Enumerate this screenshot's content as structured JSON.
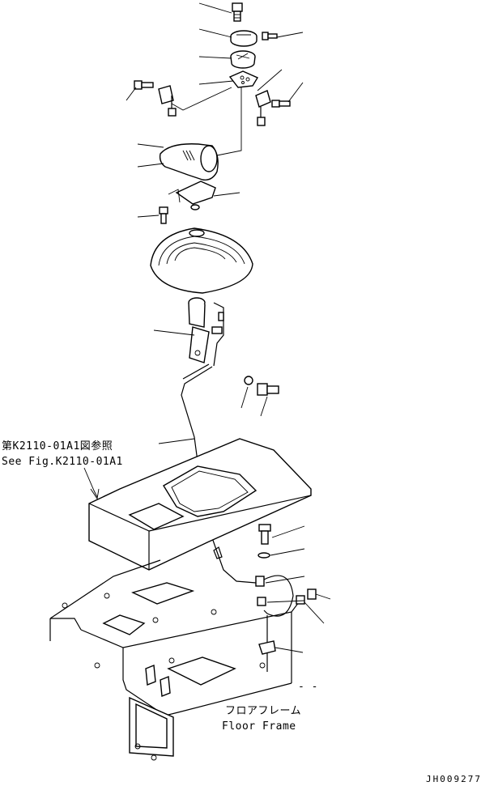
{
  "annotations": {
    "ref_jp": "第K2110-01A1図参照",
    "ref_en": "See Fig.K2110-01A1",
    "floor_jp": "フロアフレーム",
    "floor_en": "Floor Frame",
    "dash_mark": "- -",
    "drawing_code": "JH009277"
  }
}
